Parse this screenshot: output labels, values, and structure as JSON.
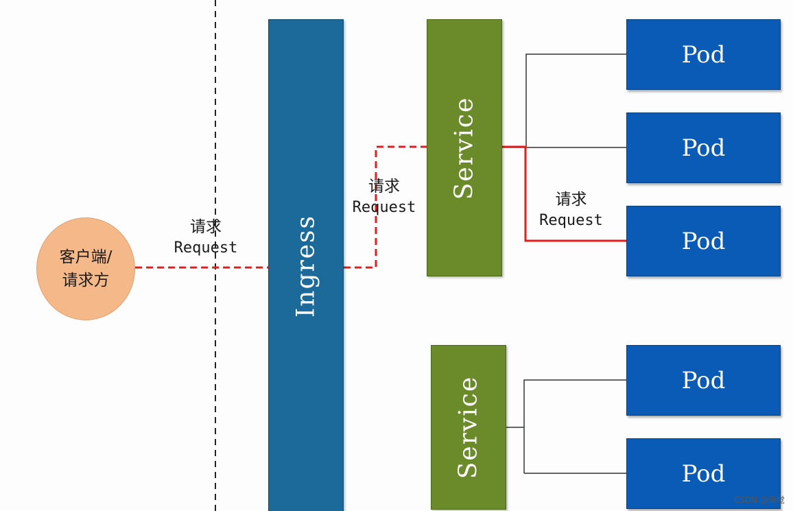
{
  "client": {
    "line1": "客户端/",
    "line2": "请求方"
  },
  "ingress": {
    "label": "Ingress"
  },
  "services": [
    {
      "label": "Service"
    },
    {
      "label": "Service"
    }
  ],
  "pods": [
    {
      "label": "Pod"
    },
    {
      "label": "Pod"
    },
    {
      "label": "Pod"
    },
    {
      "label": "Pod"
    },
    {
      "label": "Pod"
    }
  ],
  "requests": [
    {
      "cn": "请求",
      "en": "Request"
    },
    {
      "cn": "请求",
      "en": "Request"
    },
    {
      "cn": "请求",
      "en": "Request"
    }
  ],
  "watermark": "CSDN @渐觉",
  "colors": {
    "request_path": "#e02020",
    "ingress": "#1c6a9a",
    "service": "#6b8a2a",
    "pod": "#0a5bb5",
    "client": "#f4b889"
  }
}
